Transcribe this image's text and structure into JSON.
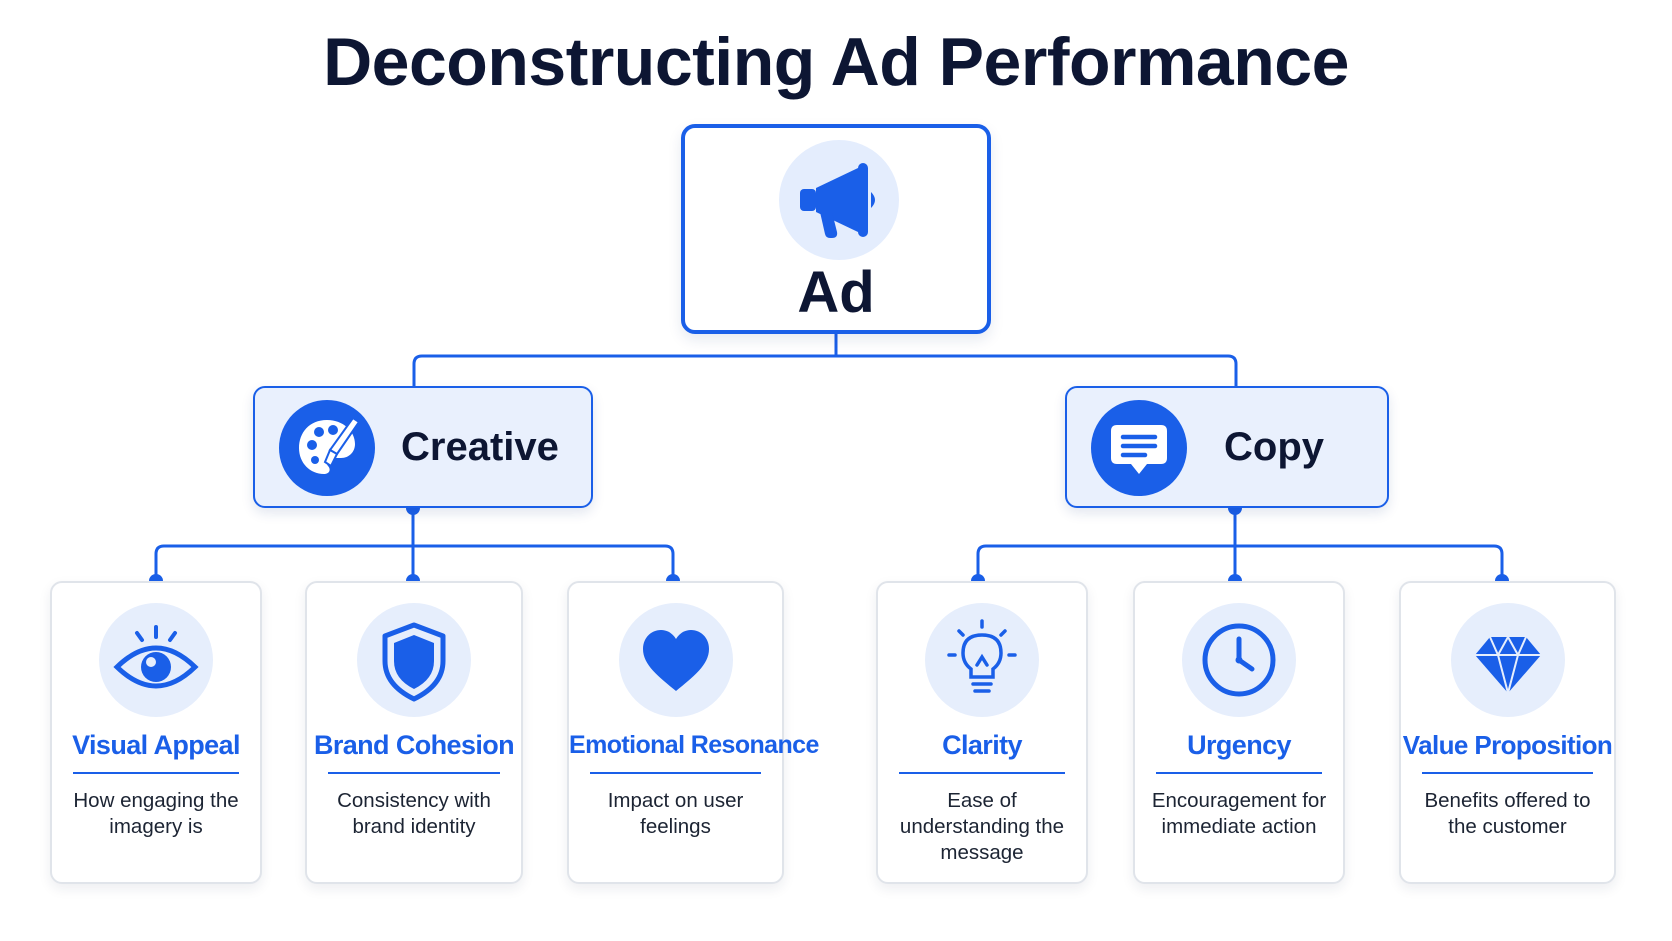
{
  "title": "Deconstructing Ad Performance",
  "colors": {
    "accent": "#1a5fe8",
    "icon_bg": "#e6eefc",
    "mid_box_bg": "#e9f0fd",
    "text_dark": "#0d1633"
  },
  "root": {
    "label": "Ad",
    "icon": "megaphone-icon"
  },
  "branches": [
    {
      "label": "Creative",
      "icon": "palette-icon",
      "children": [
        {
          "title": "Visual Appeal",
          "description": "How engaging the imagery is",
          "icon": "eye-icon"
        },
        {
          "title": "Brand Cohesion",
          "description": "Consistency with brand identity",
          "icon": "shield-icon"
        },
        {
          "title": "Emotional Resonance",
          "description": "Impact on user feelings",
          "icon": "heart-icon"
        }
      ]
    },
    {
      "label": "Copy",
      "icon": "chat-bubble-icon",
      "children": [
        {
          "title": "Clarity",
          "description": "Ease of understanding the message",
          "icon": "lightbulb-icon"
        },
        {
          "title": "Urgency",
          "description": "Encouragement for immediate action",
          "icon": "clock-icon"
        },
        {
          "title": "Value Proposition",
          "description": "Benefits offered to the customer",
          "icon": "diamond-icon"
        }
      ]
    }
  ]
}
